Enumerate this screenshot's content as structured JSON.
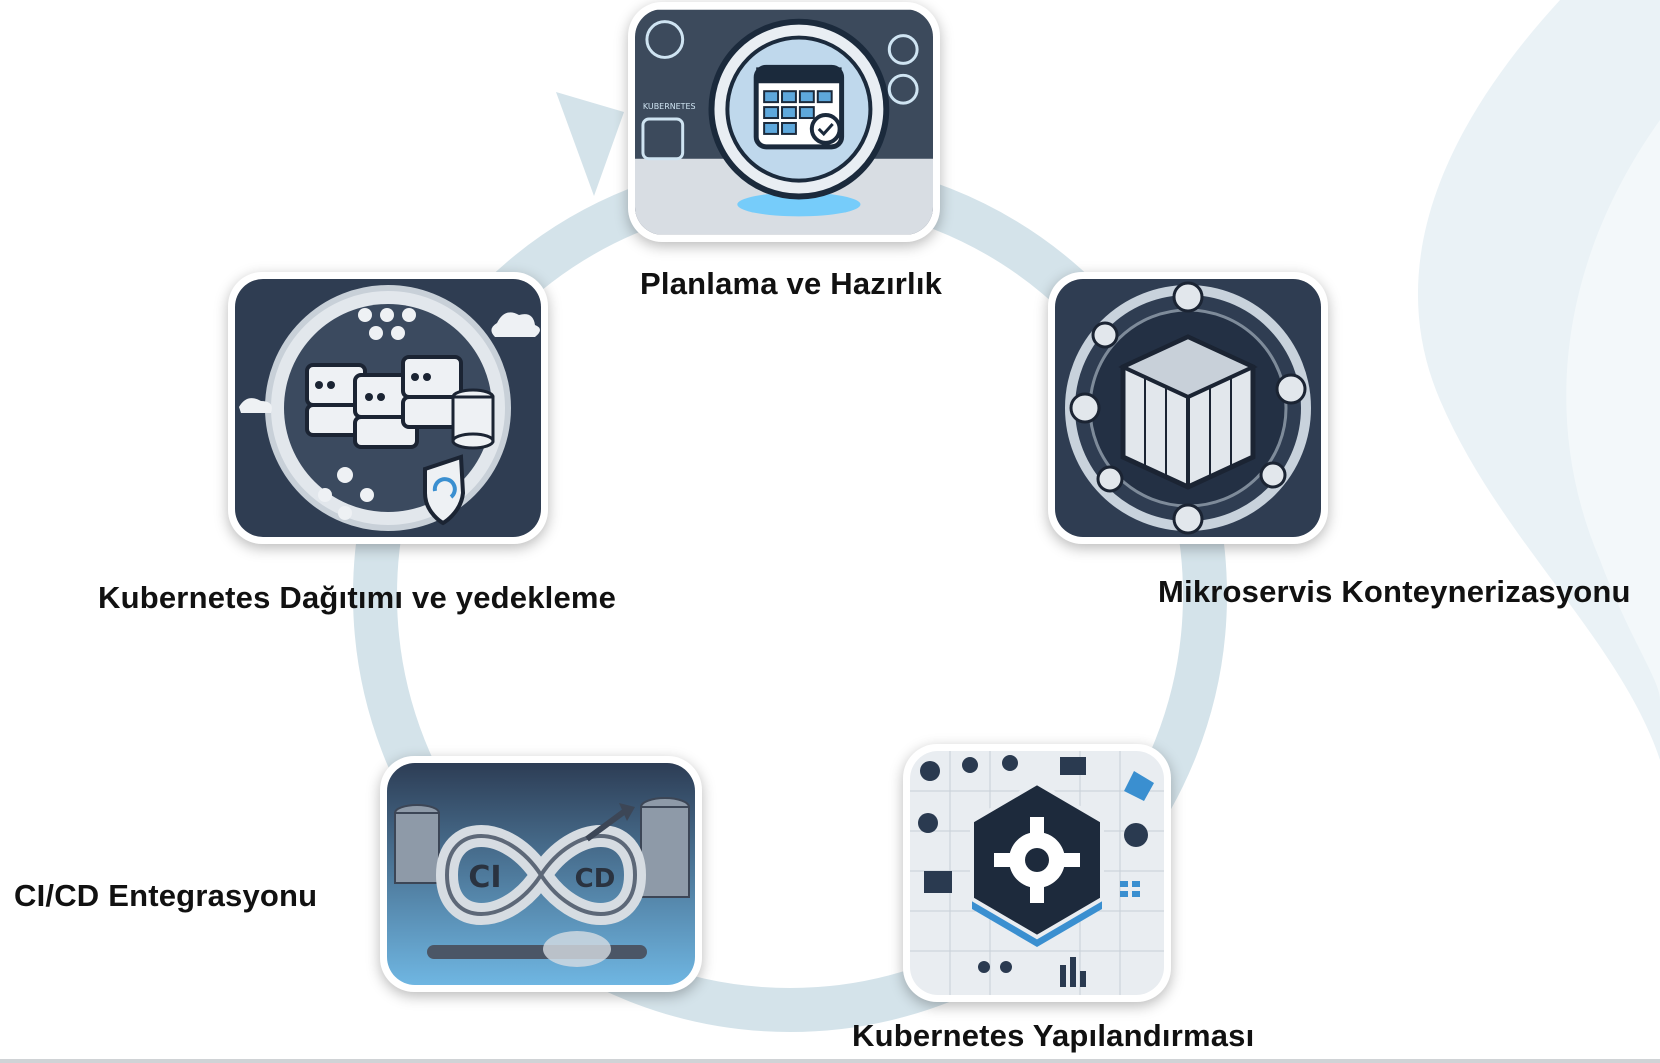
{
  "colors": {
    "ring": "#d4e3ea",
    "swoosh": "#e6f0f4",
    "card_dark": "#2f3d52",
    "accent_blue": "#3fa9e6",
    "text": "#111111"
  },
  "steps": [
    {
      "label": "Planlama ve Hazırlık",
      "icon": "calendar-planning-icon"
    },
    {
      "label": "Mikroservis Konteynerizasyonu",
      "icon": "container-cube-icon"
    },
    {
      "label": "Kubernetes Yapılandırması",
      "icon": "kubernetes-config-icon"
    },
    {
      "label": "CI/CD Entegrasyonu",
      "icon": "cicd-infinity-icon"
    },
    {
      "label": "Kubernetes Dağıtımı ve yedekleme",
      "icon": "server-backup-icon"
    }
  ],
  "card_text": {
    "cicd_left": "CI",
    "cicd_right": "CD",
    "kubernetes_brand": "KUBERNETES"
  }
}
